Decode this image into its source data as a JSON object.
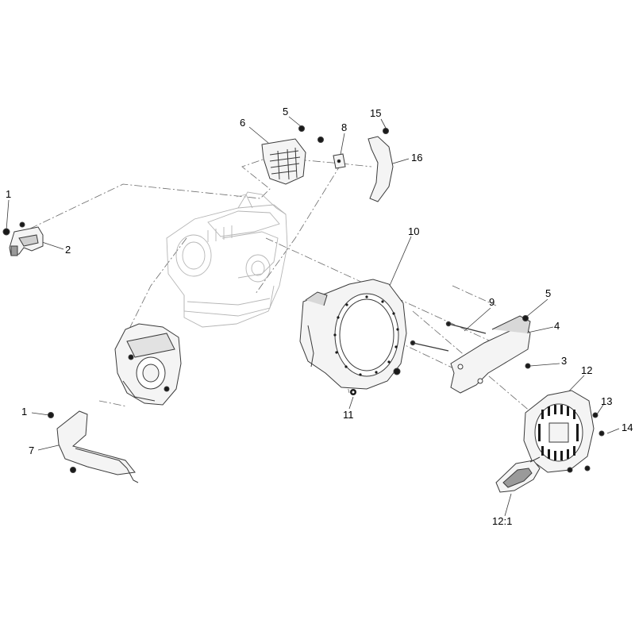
{
  "diagram": {
    "callouts": {
      "c1a": "1",
      "c1b": "1",
      "c2": "2",
      "c3": "3",
      "c4": "4",
      "c5a": "5",
      "c5b": "5",
      "c6": "6",
      "c7": "7",
      "c8": "8",
      "c9": "9",
      "c10": "10",
      "c11": "11",
      "c12": "12",
      "c12_1": "12:1",
      "c13": "13",
      "c14": "14",
      "c15": "15",
      "c16": "16"
    }
  },
  "colors": {
    "line": "#3a3a3a",
    "part_fill": "#f4f4f4",
    "shade": "#9a9a9a",
    "dark": "#1a1a1a"
  }
}
